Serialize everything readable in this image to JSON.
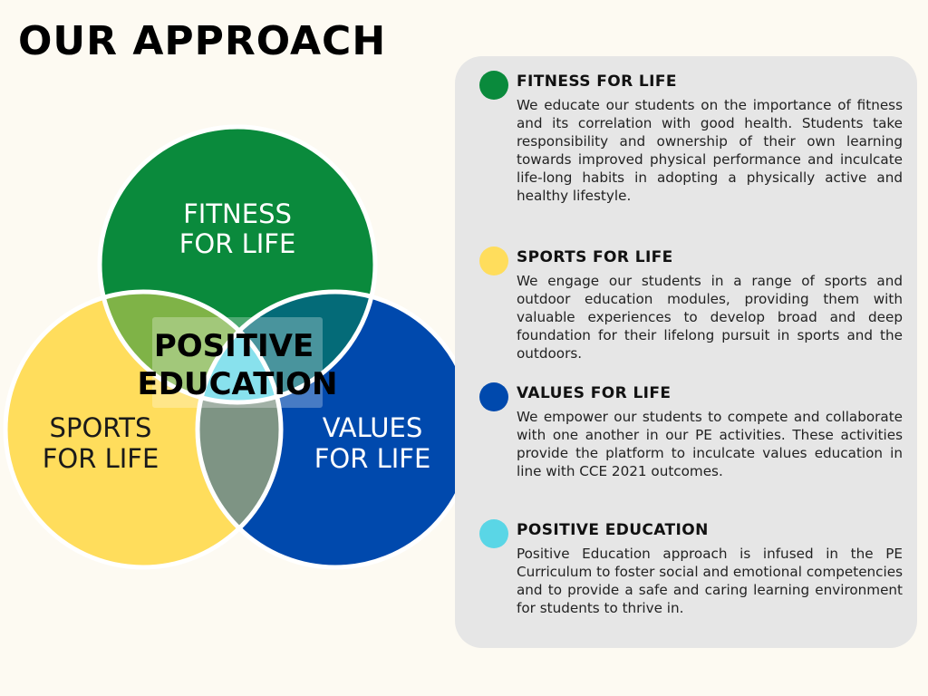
{
  "title": "OUR APPROACH",
  "colors": {
    "background": "#fdfaf2",
    "fitness": "#0a8a3c",
    "sports": "#ffdd5c",
    "values": "#0049ad",
    "positive": "#5ad6e6",
    "panel": "#e6e6e6"
  },
  "venn": {
    "fitness_line1": "FITNESS",
    "fitness_line2": "FOR LIFE",
    "sports_line1": "SPORTS",
    "sports_line2": "FOR LIFE",
    "values_line1": "VALUES",
    "values_line2": "FOR LIFE",
    "center_line1": "POSITIVE",
    "center_line2": "EDUCATION"
  },
  "items": [
    {
      "title": "FITNESS FOR LIFE",
      "color": "#0a8a3c",
      "body": "We educate our students on the importance of fitness and its correlation with good health. Students take responsibility and ownership of their own learning towards improved physical performance and inculcate life-long habits in adopting a physically active and healthy lifestyle."
    },
    {
      "title": "SPORTS FOR LIFE",
      "color": "#ffdd5c",
      "body": "We engage our students in a range of sports and outdoor education modules, providing them with valuable experiences to develop broad and deep foundation for their lifelong pursuit in sports and the outdoors."
    },
    {
      "title": "VALUES FOR LIFE",
      "color": "#0049ad",
      "body": "We empower our students to compete and collaborate with one another in our PE activities. These activities provide the platform to inculcate values education in line with CCE 2021 outcomes."
    },
    {
      "title": "POSITIVE EDUCATION",
      "color": "#5ad6e6",
      "body": "Positive Education approach is infused in the PE Curriculum to foster social and emotional competencies and to provide a safe and caring learning environment for students to thrive in."
    }
  ]
}
